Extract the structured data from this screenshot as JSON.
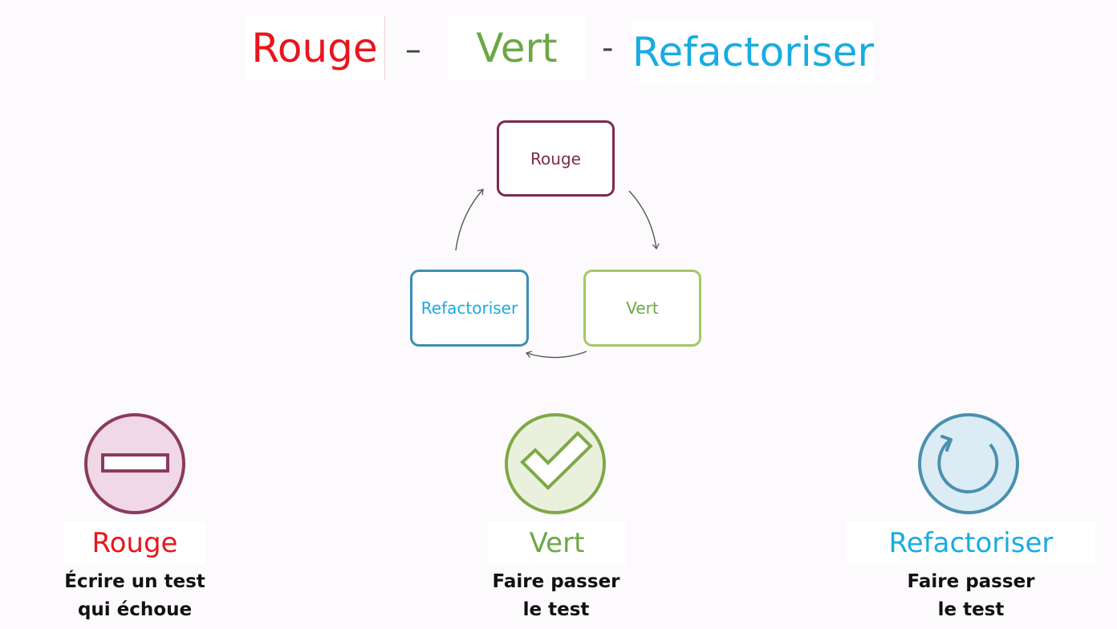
{
  "title": {
    "rouge": "Rouge",
    "sep1": "–",
    "vert": "Vert",
    "sep2": "-",
    "refactoriser": "Refactoriser"
  },
  "cycle": {
    "rouge": "Rouge",
    "vert": "Vert",
    "refactoriser": "Refactoriser"
  },
  "steps": {
    "rouge": {
      "label": "Rouge",
      "desc_line1": "Écrire un test",
      "desc_line2": "qui échoue",
      "icon": "minus-icon"
    },
    "vert": {
      "label": "Vert",
      "desc_line1": "Faire passer",
      "desc_line2": "le test",
      "icon": "checkmark-icon"
    },
    "refactoriser": {
      "label": "Refactoriser",
      "desc_line1": "Faire passer",
      "desc_line2": "le test",
      "icon": "refresh-icon"
    }
  },
  "colors": {
    "rouge": "#e8161c",
    "vert": "#6ca844",
    "refactoriser": "#18ace1",
    "rouge_dark": "#7d2a50",
    "vert_light": "#a4c863",
    "refac_dark": "#3b8fb3"
  }
}
